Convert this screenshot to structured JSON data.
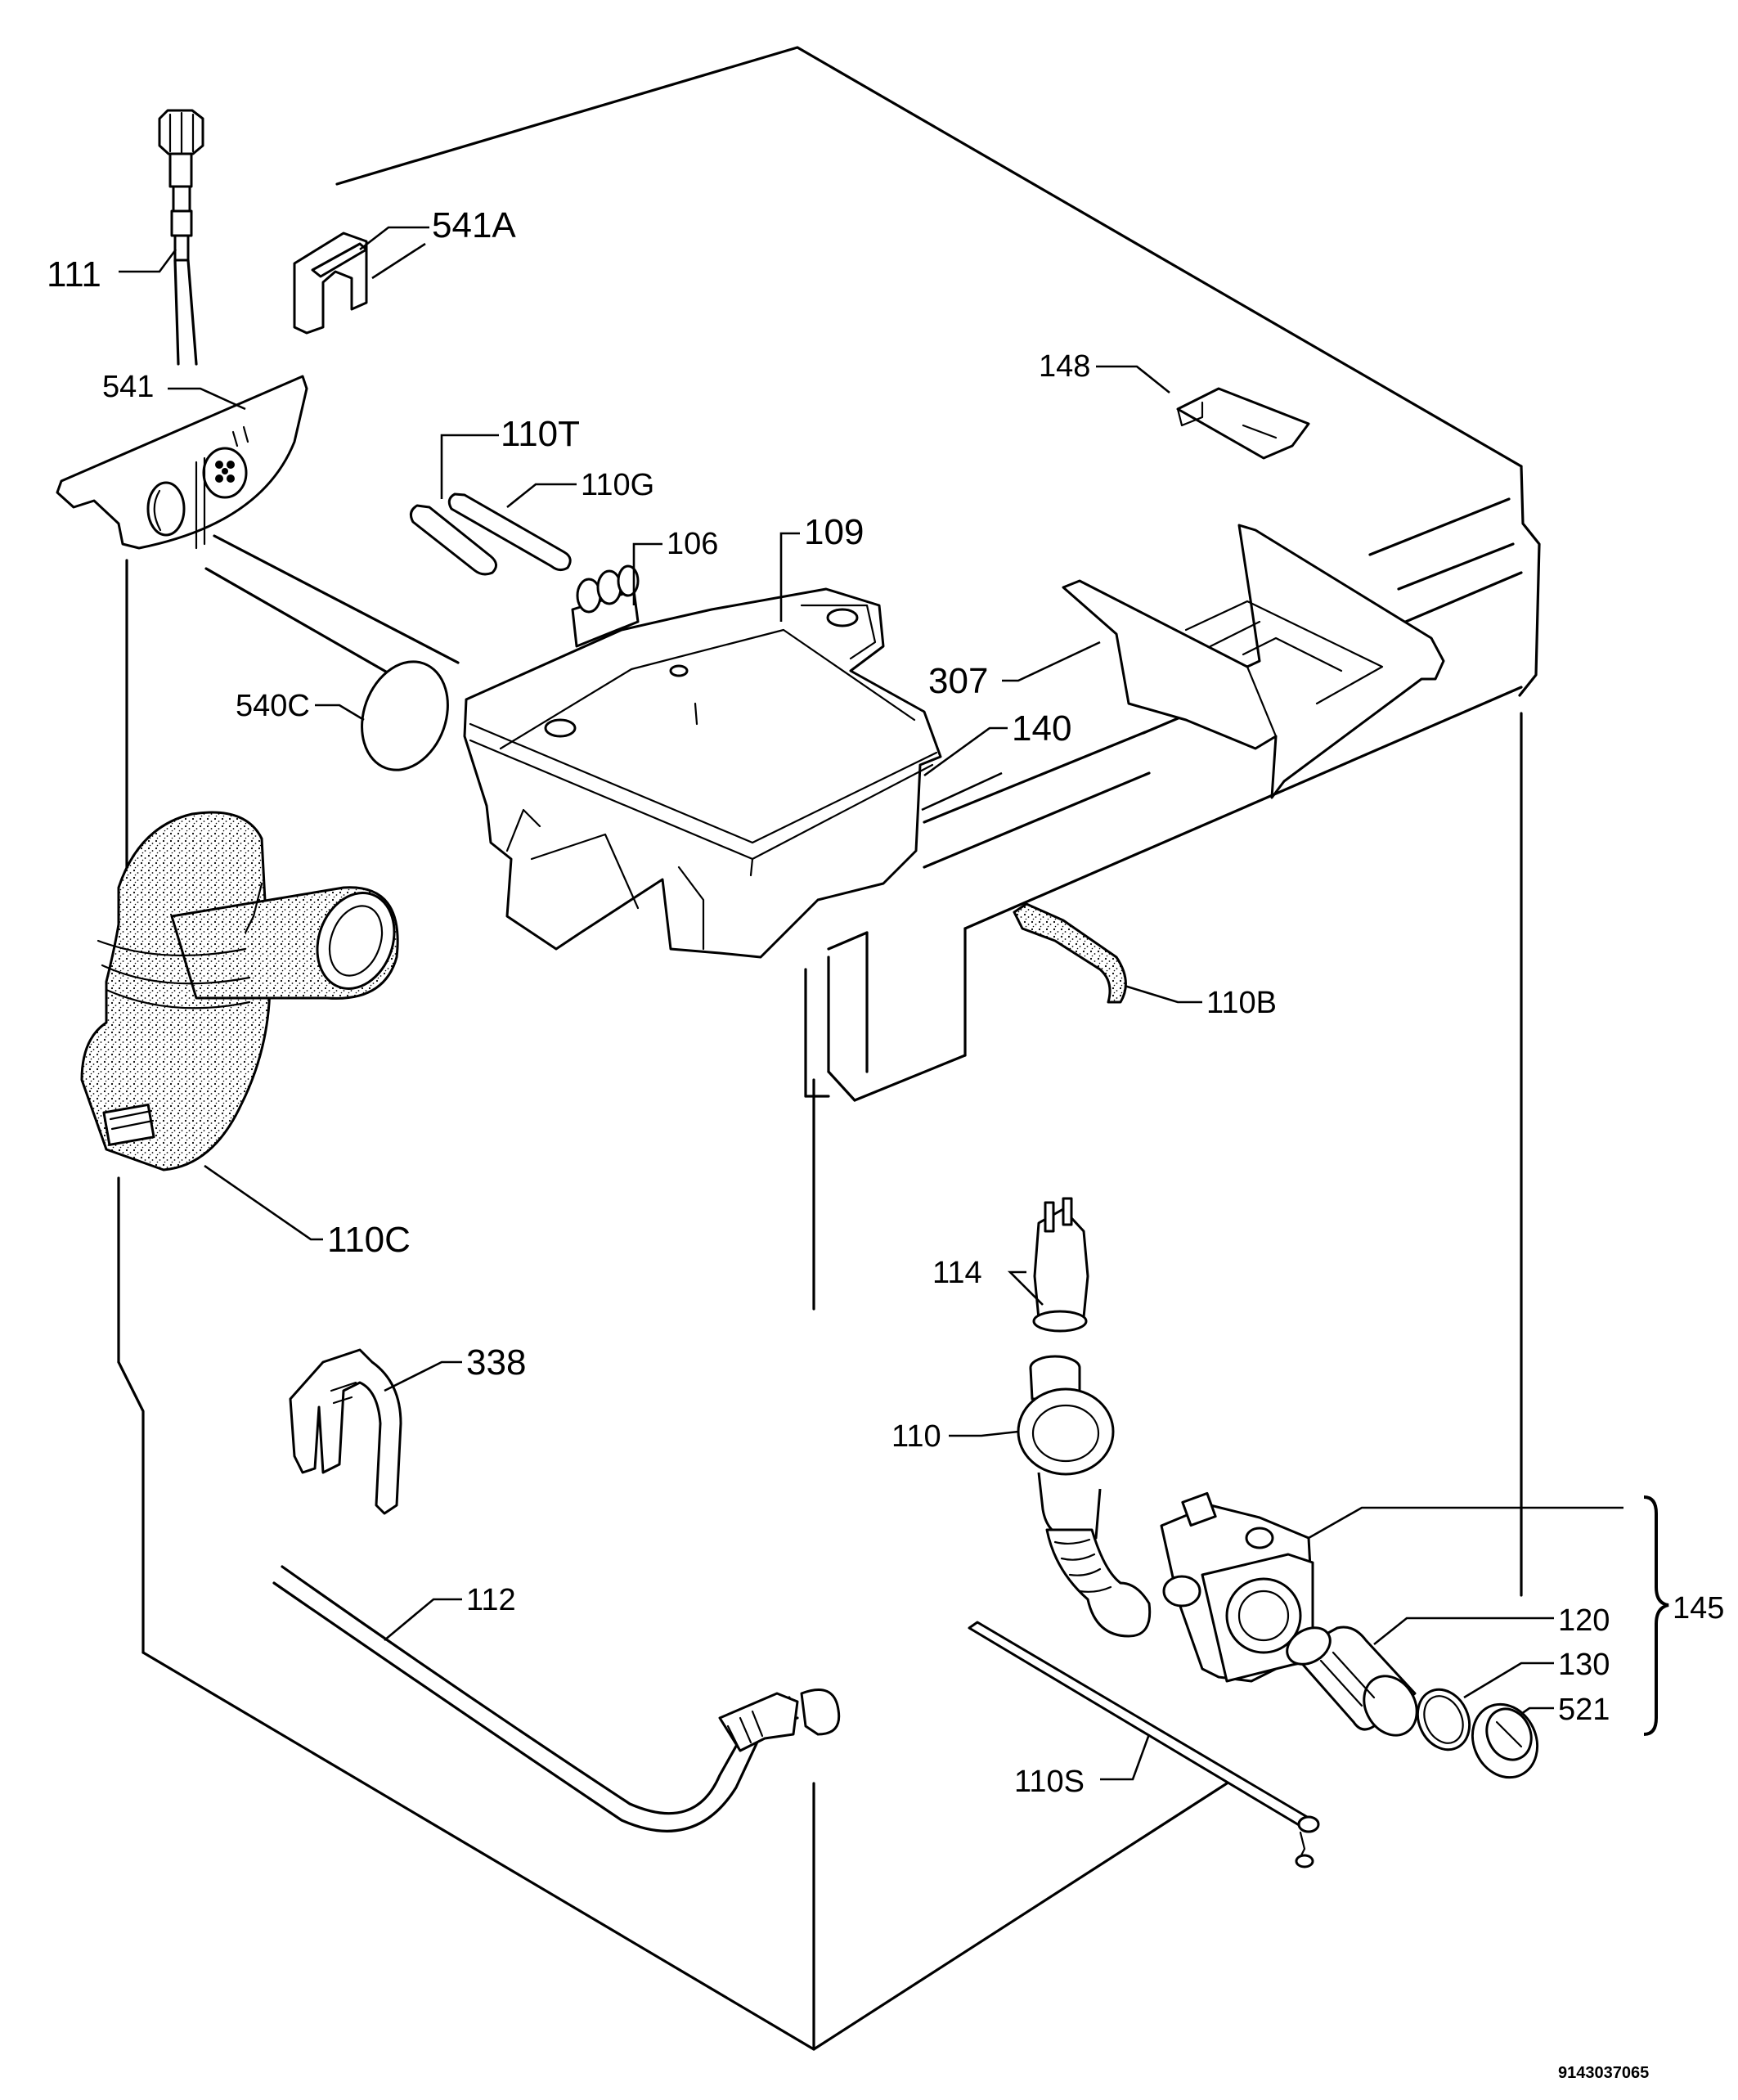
{
  "labels": {
    "111": "111",
    "541A": "541A",
    "541": "541",
    "110T": "110T",
    "110G": "110G",
    "106": "106",
    "109": "109",
    "148": "148",
    "307": "307",
    "540C": "540C",
    "140": "140",
    "110B": "110B",
    "110C": "110C",
    "114": "114",
    "338": "338",
    "110": "110",
    "145": "145",
    "112": "112",
    "120": "120",
    "130": "130",
    "521": "521",
    "110S": "110S"
  },
  "drawing_number": "9143037065"
}
